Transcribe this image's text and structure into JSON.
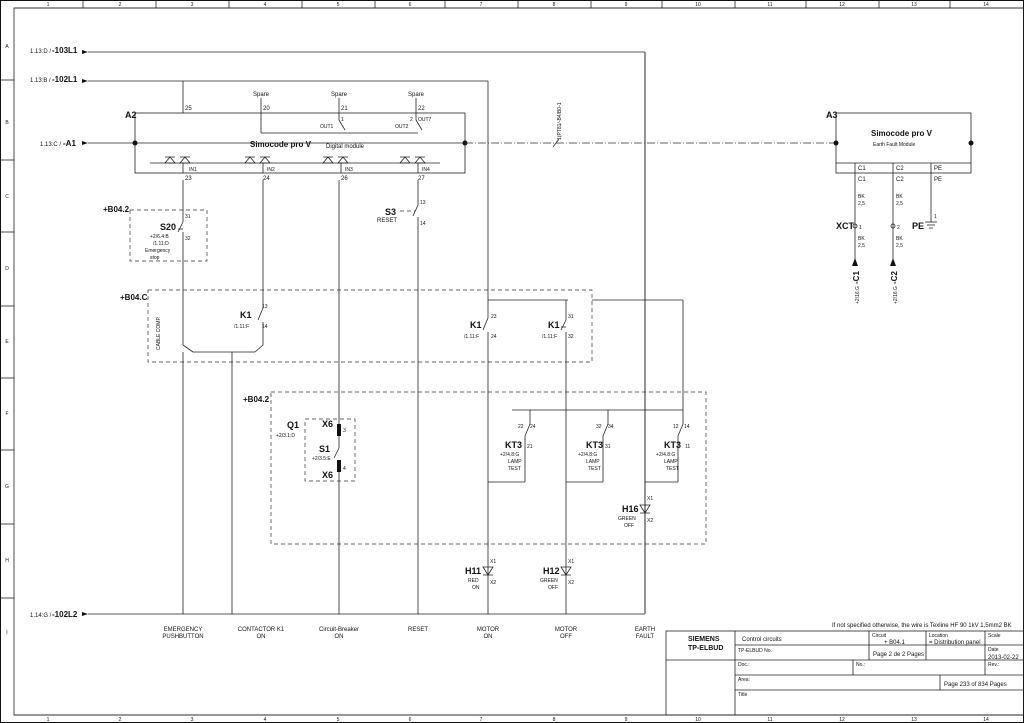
{
  "frame": {
    "columns": [
      "1",
      "2",
      "3",
      "4",
      "5",
      "6",
      "7",
      "8",
      "9",
      "10",
      "11",
      "12",
      "13",
      "14"
    ],
    "rows": [
      "A",
      "B",
      "C",
      "D",
      "E",
      "F",
      "G",
      "H",
      "I"
    ]
  },
  "rails": {
    "l1_103_ref": "1.13:D /",
    "l1_103_name": "-103L1",
    "l1_102_ref": "1.13:B /",
    "l1_102_name": "-102L1",
    "a1_ref": "1.13:C /",
    "a1_name": "-A1",
    "l2_102_ref": "1.14:G /",
    "l2_102_name": "-102L2"
  },
  "a2": {
    "tag": "A2",
    "title": "Simocode pro V",
    "subtitle": "Digital module",
    "spare": [
      "Spare",
      "Spare",
      "Spare"
    ],
    "top_terms": [
      "25",
      "20",
      "21",
      "22"
    ],
    "outs": [
      "OUT1",
      "OUT2",
      "OUT7"
    ],
    "out_pins": [
      "1",
      "2"
    ],
    "inputs": [
      "IN1",
      "IN2",
      "IN3",
      "IN4"
    ],
    "bottom_terms": [
      "23",
      "24",
      "26",
      "27"
    ],
    "cable_label": "1(PT81/-B4/B0-1"
  },
  "a3": {
    "tag": "A3",
    "title": "Simocode pro V",
    "subtitle": "Earth Fault Module",
    "terms": [
      "C1",
      "C2",
      "PE"
    ],
    "wire1": [
      "BK",
      "2,5"
    ],
    "wire2": [
      "BK",
      "2,5"
    ],
    "xct": "XCT",
    "xct_pins": [
      "1",
      "2"
    ],
    "pe": "PE",
    "pe_pin": "1",
    "c1": "-C1",
    "c1_ref": "+2/16:G",
    "c2": "-C2",
    "c2_ref": "+2/16:G"
  },
  "b042_top": {
    "loc": "+B04.2",
    "s20": "S20",
    "s20_ref1": "+2/6.4:B",
    "s20_ref2": "/1.11:D",
    "s20_desc": [
      "Emergency",
      "stop"
    ],
    "s20_pins": [
      "31",
      "32"
    ]
  },
  "s3": {
    "tag": "S3",
    "label": "RESET",
    "pins": [
      "13",
      "14"
    ]
  },
  "b04c": {
    "loc": "+B04.C",
    "cable": "CABLE COMP.",
    "k1a": "K1",
    "k1a_ref": "/1.11:F",
    "k1a_pins": [
      "13",
      "14"
    ],
    "k1b": "K1",
    "k1b_ref": "/1.11:F",
    "k1b_pins": [
      "23",
      "24"
    ],
    "k1c": "K1",
    "k1c_ref": "/1.11:F",
    "k1c_pins": [
      "31",
      "32"
    ]
  },
  "b042_bottom": {
    "loc": "+B04.2",
    "q1": "Q1",
    "q1_ref": "+2/3.1:D",
    "x6_top": "X6",
    "x6_top_pin": "3",
    "s1": "S1",
    "s1_ref": "+2/3.5:E",
    "x6_bot": "X6",
    "x6_bot_pin": "4",
    "kt3": [
      {
        "tag": "KT3",
        "ref": "+2/4.8:G",
        "desc": [
          "LAMP",
          "TEST"
        ],
        "pins": [
          "22",
          "24",
          "21"
        ]
      },
      {
        "tag": "KT3",
        "ref": "+2/4.8:G",
        "desc": [
          "LAMP",
          "TEST"
        ],
        "pins": [
          "32",
          "34",
          "31"
        ]
      },
      {
        "tag": "KT3",
        "ref": "+2/4.8:G",
        "desc": [
          "LAMP",
          "TEST"
        ],
        "pins": [
          "12",
          "14",
          "11"
        ]
      }
    ],
    "h16": "H16",
    "h16_desc": [
      "GREEN",
      "OFF"
    ],
    "h16_pins": [
      "X1",
      "X2"
    ]
  },
  "lamps": {
    "h11": "H11",
    "h11_desc": [
      "RED",
      "ON"
    ],
    "h12": "H12",
    "h12_desc": [
      "GREEN",
      "OFF"
    ],
    "pins": [
      "X1",
      "X2"
    ]
  },
  "bottom_labels": [
    [
      "EMERGENCY",
      "PUSHBUTTON"
    ],
    [
      "CONTACTOR K1",
      "ON"
    ],
    [
      "Circuit-Breaker",
      "ON"
    ],
    [
      "RESET"
    ],
    [
      "MOTOR",
      "ON"
    ],
    [
      "MOTOR",
      "OFF"
    ],
    [
      "EARTH",
      "FAULT"
    ]
  ],
  "note": "If not specified otherwise, the wire is Texline HF 90 1kV 1,5mm2 BK",
  "title_block": {
    "brand1": "SIEMENS",
    "brand2": "TP-ELBUD",
    "desc": "Control circuits",
    "proj_label": "TP-ELBUD No.",
    "circuit_label": "Circuit",
    "circuit_value": "+ B04.1",
    "location_label": "Location",
    "location_value": "= Distribution panel",
    "scale_label": "Scale",
    "page_line": "Page  2   de  2   Pages",
    "date_label": "Date",
    "date_value": "2013-02-22",
    "doc_label": "Doc.:",
    "no_label": "No.:",
    "rev_label": "Rev.:",
    "area_label": "Area:",
    "title_label": "Title",
    "total_pages": "Page  233   of   834   Pages"
  }
}
